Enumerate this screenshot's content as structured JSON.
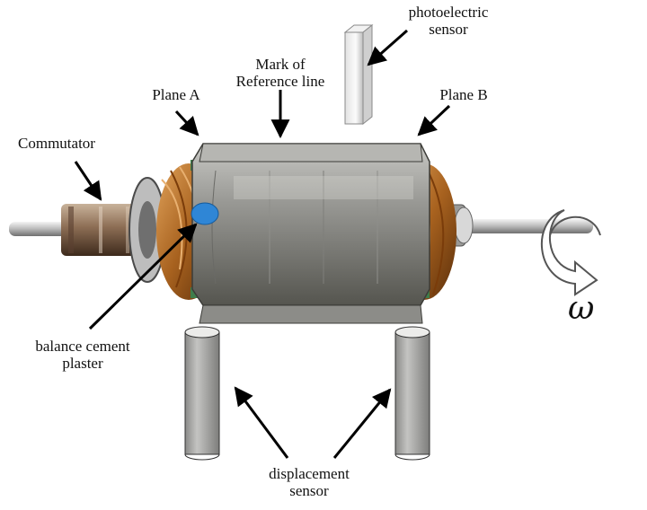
{
  "labels": {
    "photoelectric_sensor_line1": "photoelectric",
    "photoelectric_sensor_line2": "sensor",
    "mark_line1": "Mark of",
    "mark_line2": "Reference line",
    "plane_a": "Plane A",
    "plane_b": "Plane B",
    "commutator": "Commutator",
    "balance_line1": "balance cement",
    "balance_line2": "plaster",
    "displacement_line1": "displacement",
    "displacement_line2": "sensor",
    "omega": "ω"
  },
  "colors": {
    "core": "#8a8a86",
    "copper": "#b8742c",
    "cement": "#2f86d6",
    "sensor": "#a9a9a7"
  }
}
